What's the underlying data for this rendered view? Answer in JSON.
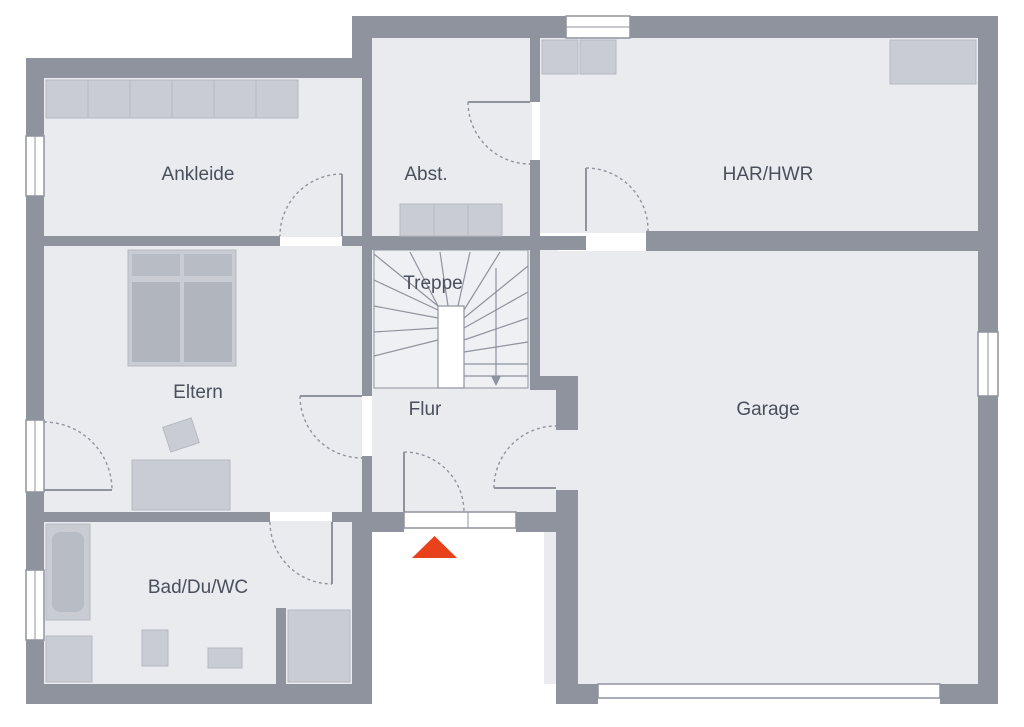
{
  "rooms": {
    "ankleide": "Ankleide",
    "abst": "Abst.",
    "har_hwr": "HAR/HWR",
    "treppe": "Treppe",
    "eltern": "Eltern",
    "flur": "Flur",
    "garage": "Garage",
    "bad": "Bad/Du/WC"
  },
  "colors": {
    "wall": "#8f939e",
    "floor": "#e9ebef",
    "fixture": "#c9ccd3",
    "entrance_marker": "#e8411c"
  },
  "icons": {
    "entrance": "entrance-triangle-icon"
  }
}
